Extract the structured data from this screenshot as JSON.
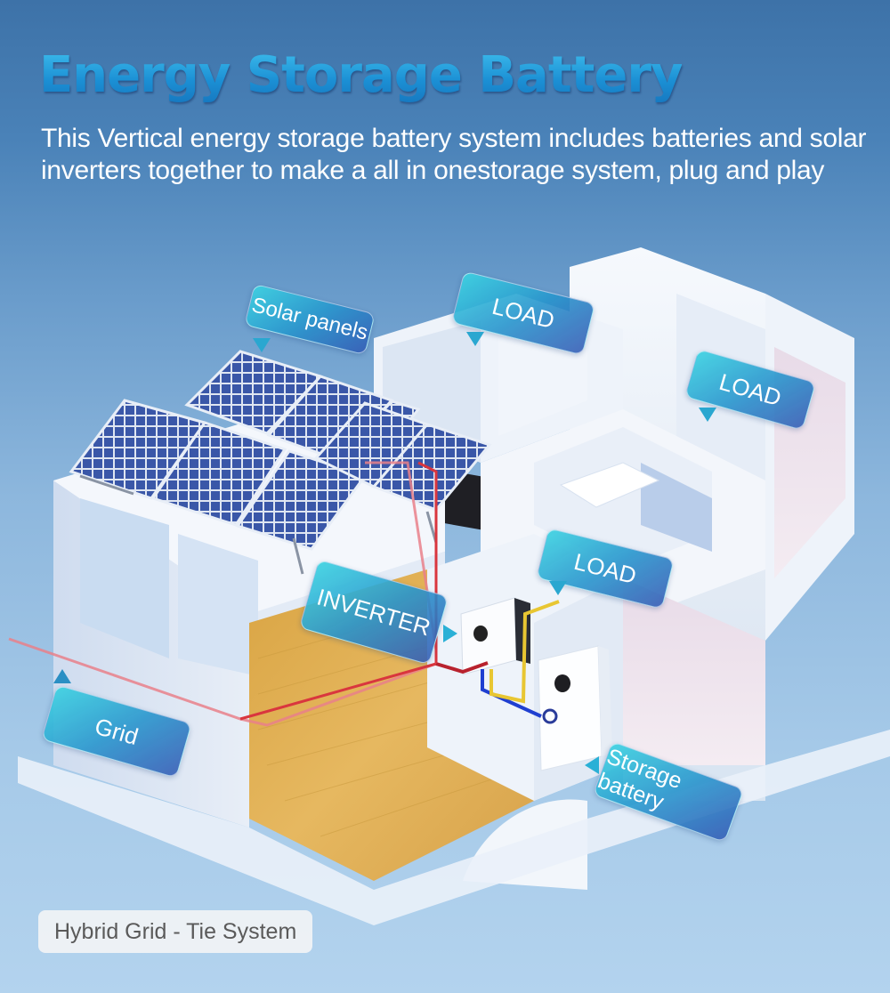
{
  "header": {
    "title": "Energy Storage Battery",
    "description": "This Vertical energy storage battery system includes batteries and solar inverters together to make a all in onestorage system, plug and play"
  },
  "diagram": {
    "labels": [
      {
        "id": "solar_panels",
        "text": "Solar panels"
      },
      {
        "id": "load_1",
        "text": "LOAD"
      },
      {
        "id": "load_2",
        "text": "LOAD"
      },
      {
        "id": "load_3",
        "text": "LOAD"
      },
      {
        "id": "inverter",
        "text": "INVERTER"
      },
      {
        "id": "grid",
        "text": "Grid"
      },
      {
        "id": "storage_battery",
        "text": "Storage battery"
      }
    ],
    "wire_colors": {
      "ac_grid": "#d9363e",
      "dc_negative": "#1f3fd0",
      "load": "#e8c632"
    },
    "label_gradient": [
      "#3cd2e1",
      "#2896cd",
      "#325ab4"
    ]
  },
  "caption": {
    "text": "Hybrid Grid - Tie System"
  }
}
